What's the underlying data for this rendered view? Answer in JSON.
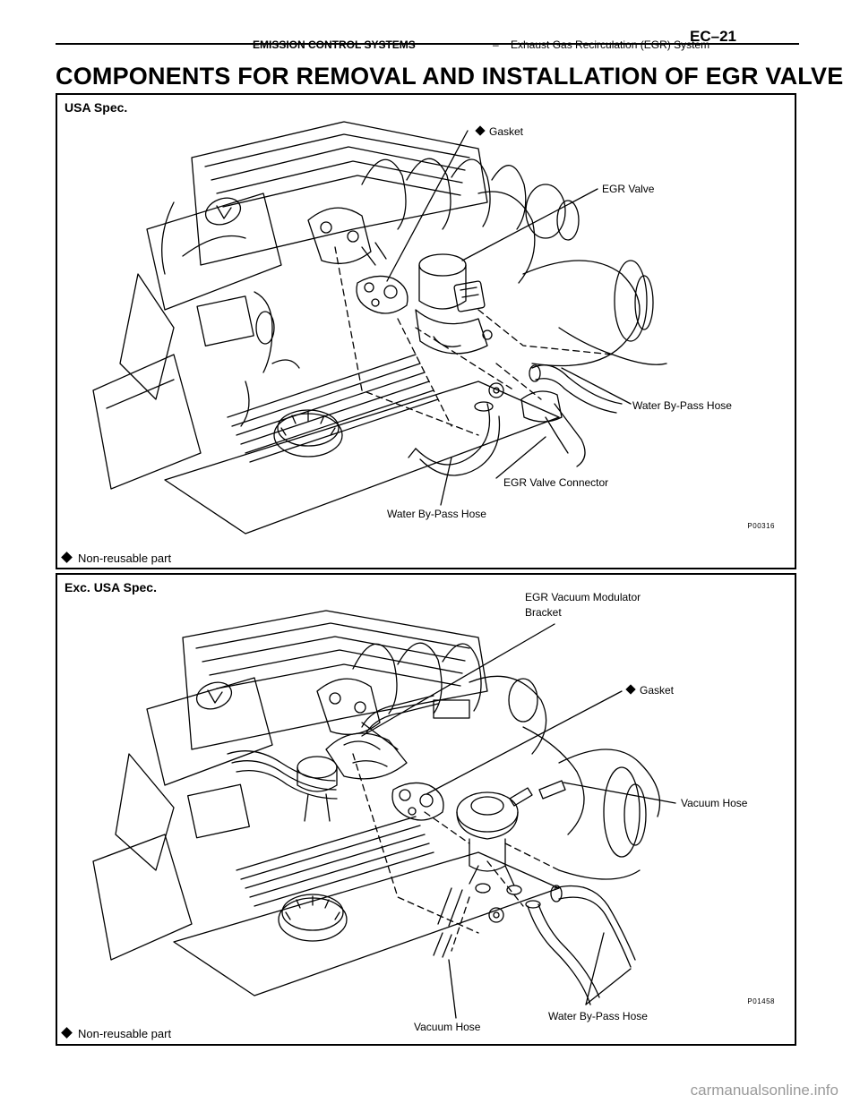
{
  "header": {
    "section": "EMISSION CONTROL SYSTEMS",
    "separator": "–",
    "subsection": "Exhaust Gas Recirculation (EGR) System",
    "page": "EC–21"
  },
  "title": "COMPONENTS FOR REMOVAL AND INSTALLATION OF EGR VALVE",
  "figures": [
    {
      "spec": "USA Spec.",
      "code": "P00316",
      "note": "Non-reusable part",
      "callouts": {
        "gasket": "Gasket",
        "egr_valve": "EGR Valve",
        "water_bypass_right": "Water By-Pass Hose",
        "egr_connector": "EGR Valve Connector",
        "water_bypass_bottom": "Water By-Pass Hose"
      }
    },
    {
      "spec": "Exc. USA Spec.",
      "code": "P01458",
      "note": "Non-reusable part",
      "callouts": {
        "modulator_bracket_1": "EGR Vacuum Modulator",
        "modulator_bracket_2": "Bracket",
        "gasket": "Gasket",
        "vacuum_hose_right": "Vacuum Hose",
        "water_bypass": "Water By-Pass Hose",
        "vacuum_hose_bottom": "Vacuum Hose"
      }
    }
  ],
  "watermark": "carmanualsonline.info"
}
